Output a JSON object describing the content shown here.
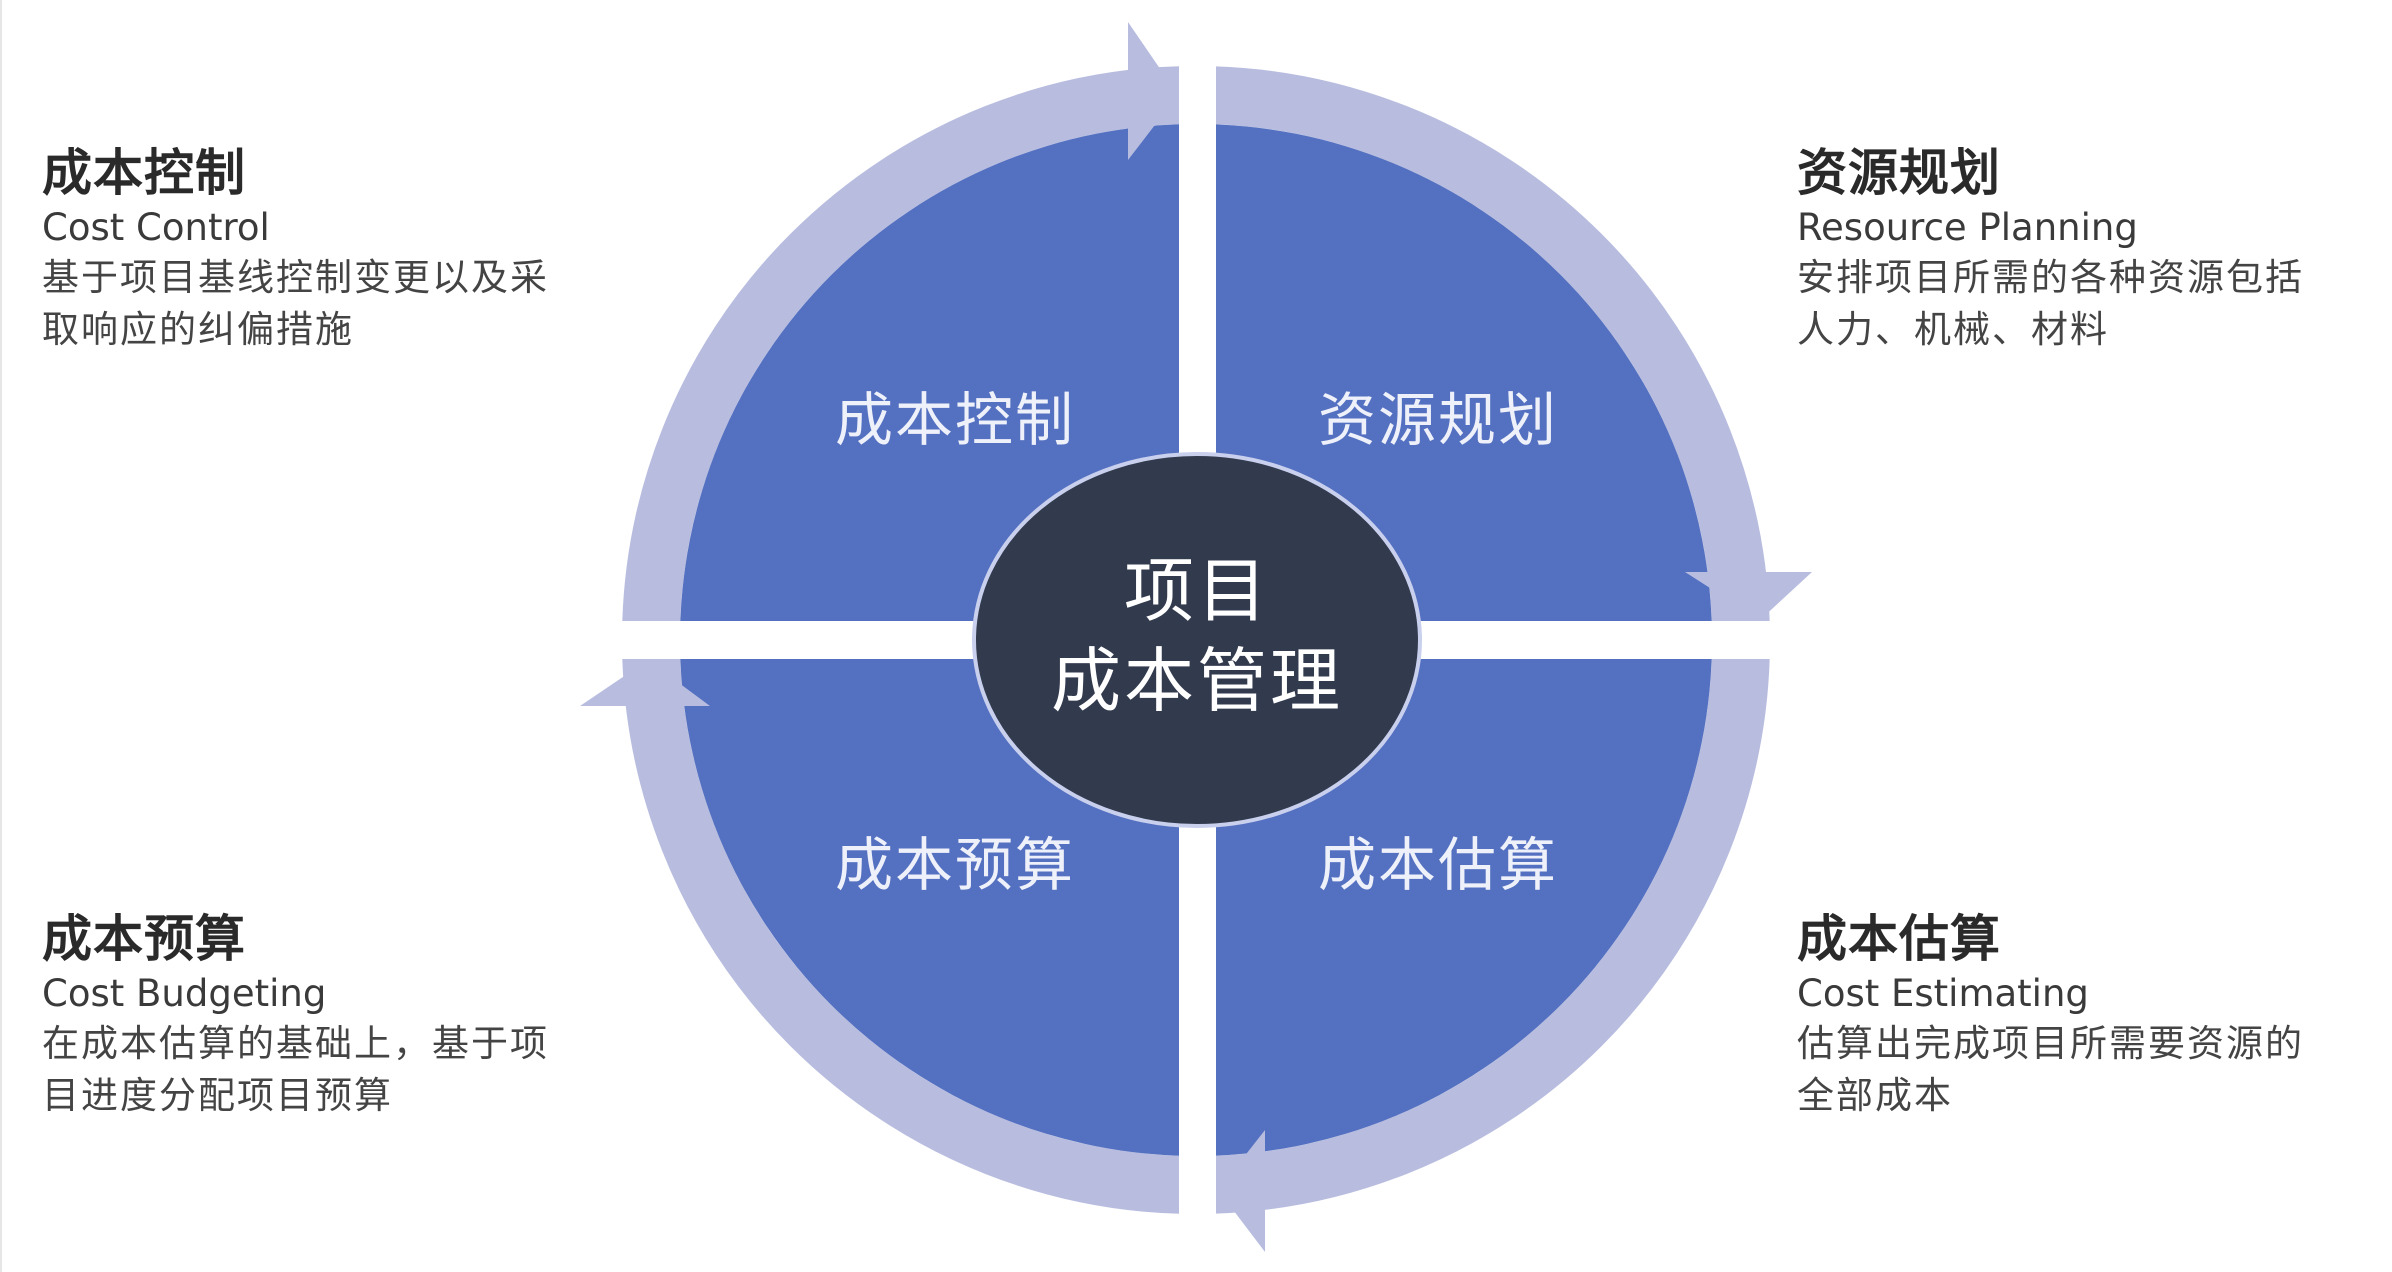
{
  "center": {
    "line1": "项目",
    "line2": "成本管理"
  },
  "quadrants": [
    {
      "id": "top-left",
      "label": "成本控制"
    },
    {
      "id": "top-right",
      "label": "资源规划"
    },
    {
      "id": "bottom-right",
      "label": "成本估算"
    },
    {
      "id": "bottom-left",
      "label": "成本预算"
    }
  ],
  "descriptions": {
    "cost_control": {
      "title": "成本控制",
      "english": "Cost Control",
      "text": "基于项目基线控制变更以及采\n取响应的纠偏措施"
    },
    "resource_planning": {
      "title": "资源规划",
      "english": "Resource Planning",
      "text": "安排项目所需的各种资源包括\n人力、机械、材料"
    },
    "cost_budgeting": {
      "title": "成本预算",
      "english": "Cost Budgeting",
      "text": "在成本估算的基础上，基于项\n目进度分配项目预算"
    },
    "cost_estimating": {
      "title": "成本估算",
      "english": "Cost Estimating",
      "text": "估算出完成项目所需要资源的\n全部成本"
    }
  },
  "colors": {
    "quadrant_fill": "#5470c0",
    "ring_arrow": "#b8bde0",
    "center_fill": "#323a4e",
    "center_stroke": "#c9d0ee",
    "background": "#ffffff"
  }
}
